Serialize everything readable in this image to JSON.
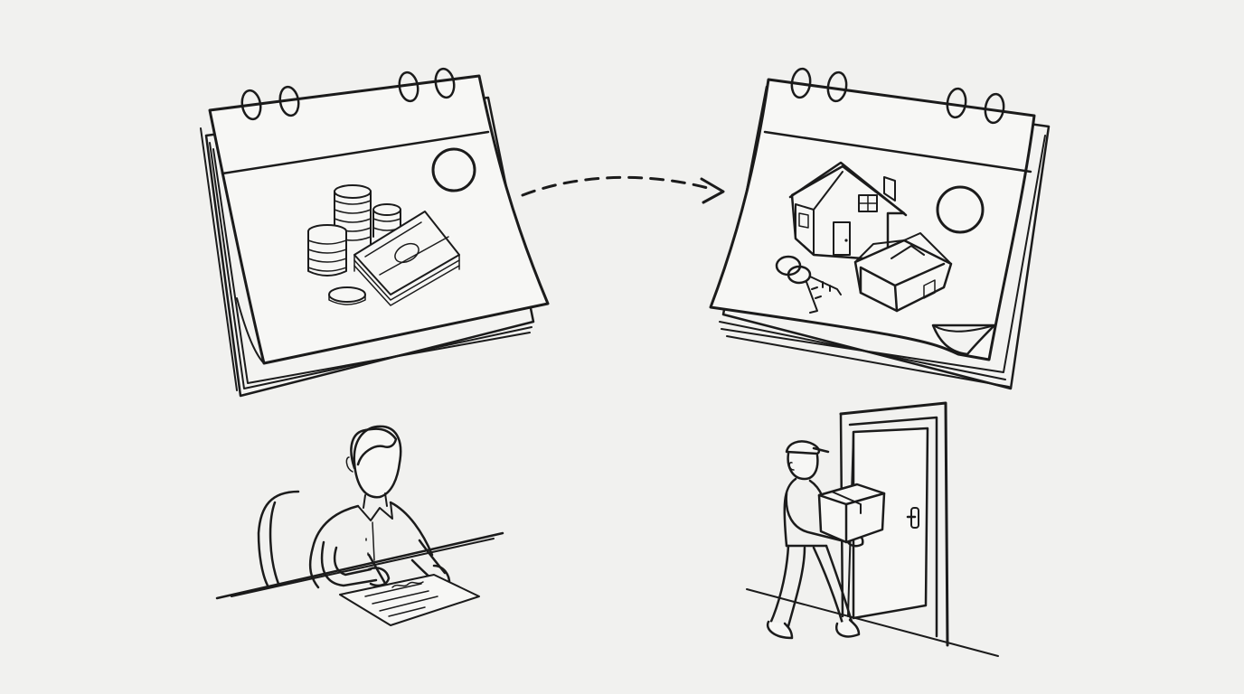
{
  "scene": {
    "style": "hand-drawn pencil sketch",
    "ink_color": "#1b1b1b",
    "paper_color": "#f1f1ef",
    "elements": [
      "calendar-money",
      "dashed-arrow",
      "calendar-house-box-keys",
      "man-signing-document",
      "delivery-person-carrying-box-through-door"
    ]
  }
}
